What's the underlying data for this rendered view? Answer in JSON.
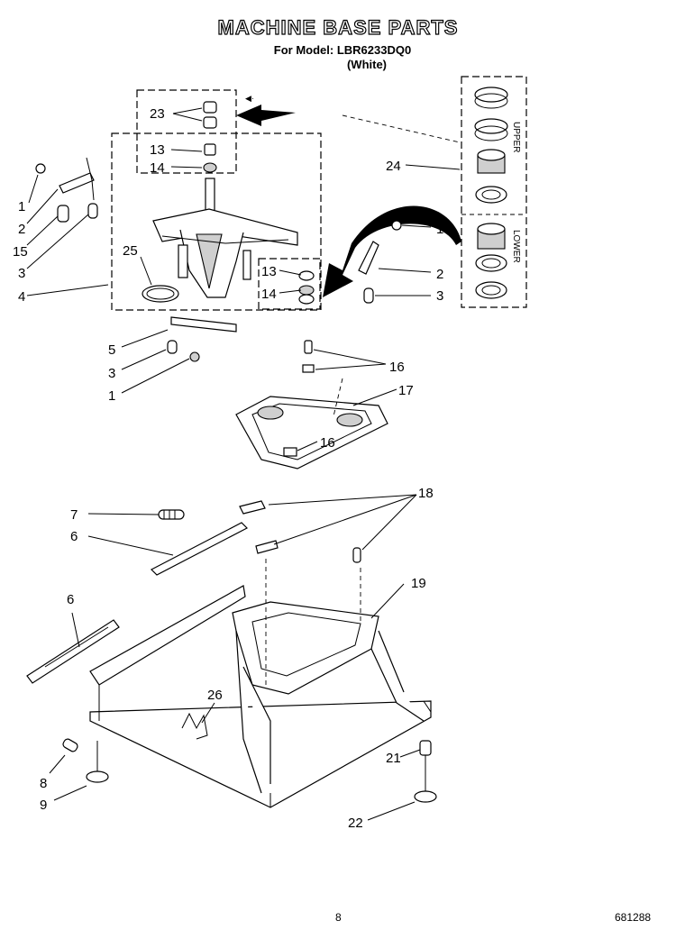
{
  "header": {
    "title": "MACHINE BASE PARTS",
    "model_line": "For Model: LBR6233DQ0",
    "color_line": "(White)"
  },
  "callouts": {
    "c23": "23",
    "c13a": "13",
    "c14a": "14",
    "c1a": "1",
    "c2a": "2",
    "c15": "15",
    "c3a": "3",
    "c4": "4",
    "c25": "25",
    "c13b": "13",
    "c14b": "14",
    "c5": "5",
    "c3c": "3",
    "c1c": "1",
    "c24": "24",
    "c1b": "1",
    "c2b": "2",
    "c3b": "3",
    "c16a": "16",
    "c17": "17",
    "c16b": "16",
    "c18": "18",
    "c7": "7",
    "c6a": "6",
    "c6b": "6",
    "c19": "19",
    "c26": "26",
    "c21": "21",
    "c8": "8",
    "c9": "9",
    "c22": "22"
  },
  "kit_labels": {
    "upper": "UPPER",
    "lower": "LOWER"
  },
  "footer": {
    "page": "8",
    "doc_number": "681288"
  }
}
